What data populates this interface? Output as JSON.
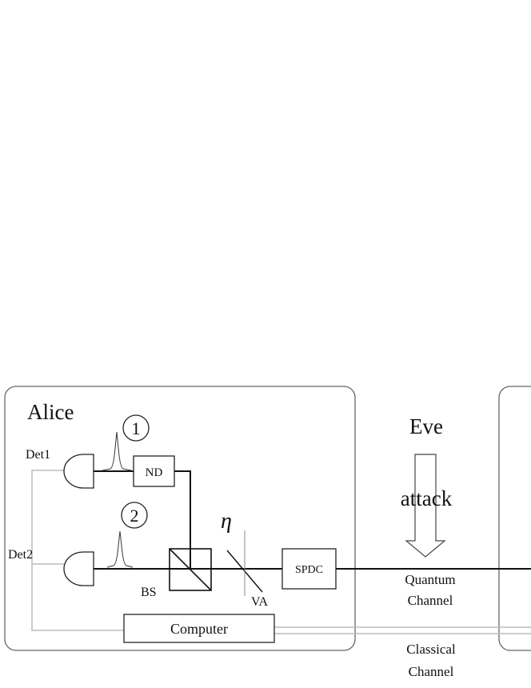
{
  "labels": {
    "alice": "Alice",
    "eve": "Eve",
    "attack": "attack",
    "det1": "Det1",
    "det2": "Det2",
    "marker1": "1",
    "marker2": "2",
    "nd": "ND",
    "eta": "η",
    "bs": "BS",
    "va": "VA",
    "spdc": "SPDC",
    "computer": "Computer",
    "quantum_line1": "Quantum",
    "quantum_line2": "Channel",
    "classical_line1": "Classical",
    "classical_line2": "Channel"
  },
  "colors": {
    "box_border": "#666666",
    "line_dark": "#111111",
    "line_gray": "#bbbbbb"
  }
}
